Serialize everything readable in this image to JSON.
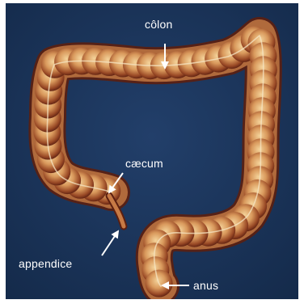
{
  "labels": {
    "colon": "côlon",
    "caecum": "cæcum",
    "appendix": "appendice",
    "anus": "anus"
  },
  "colors": {
    "background": "#1a3358",
    "organ_light": "#f2cf92",
    "organ_mid": "#c9814c",
    "organ_dark": "#5c1f10",
    "label_text": "#ffffff"
  }
}
